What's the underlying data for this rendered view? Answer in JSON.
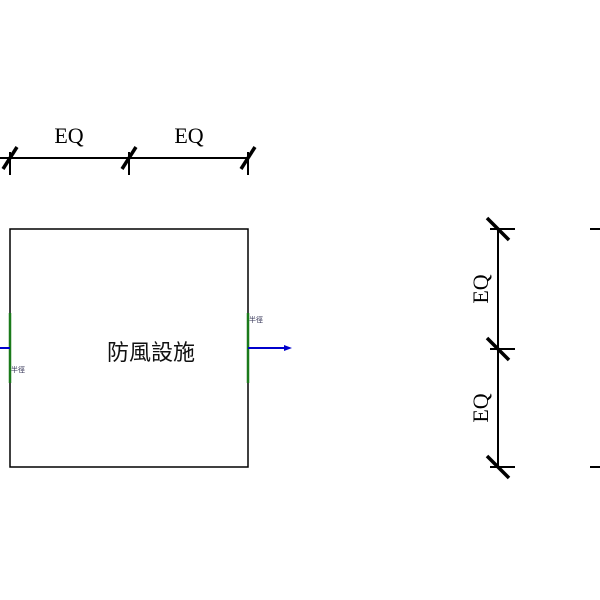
{
  "drawing": {
    "title": "防風設施",
    "dimension_labels": {
      "top_left": "EQ",
      "top_right": "EQ",
      "side_upper": "EQ",
      "side_lower": "EQ"
    },
    "radius_labels": {
      "left": "半徑",
      "right": "半徑"
    },
    "colors": {
      "outline": "#000000",
      "edge": "#1a7a1a",
      "arrow": "#0000cc"
    }
  }
}
